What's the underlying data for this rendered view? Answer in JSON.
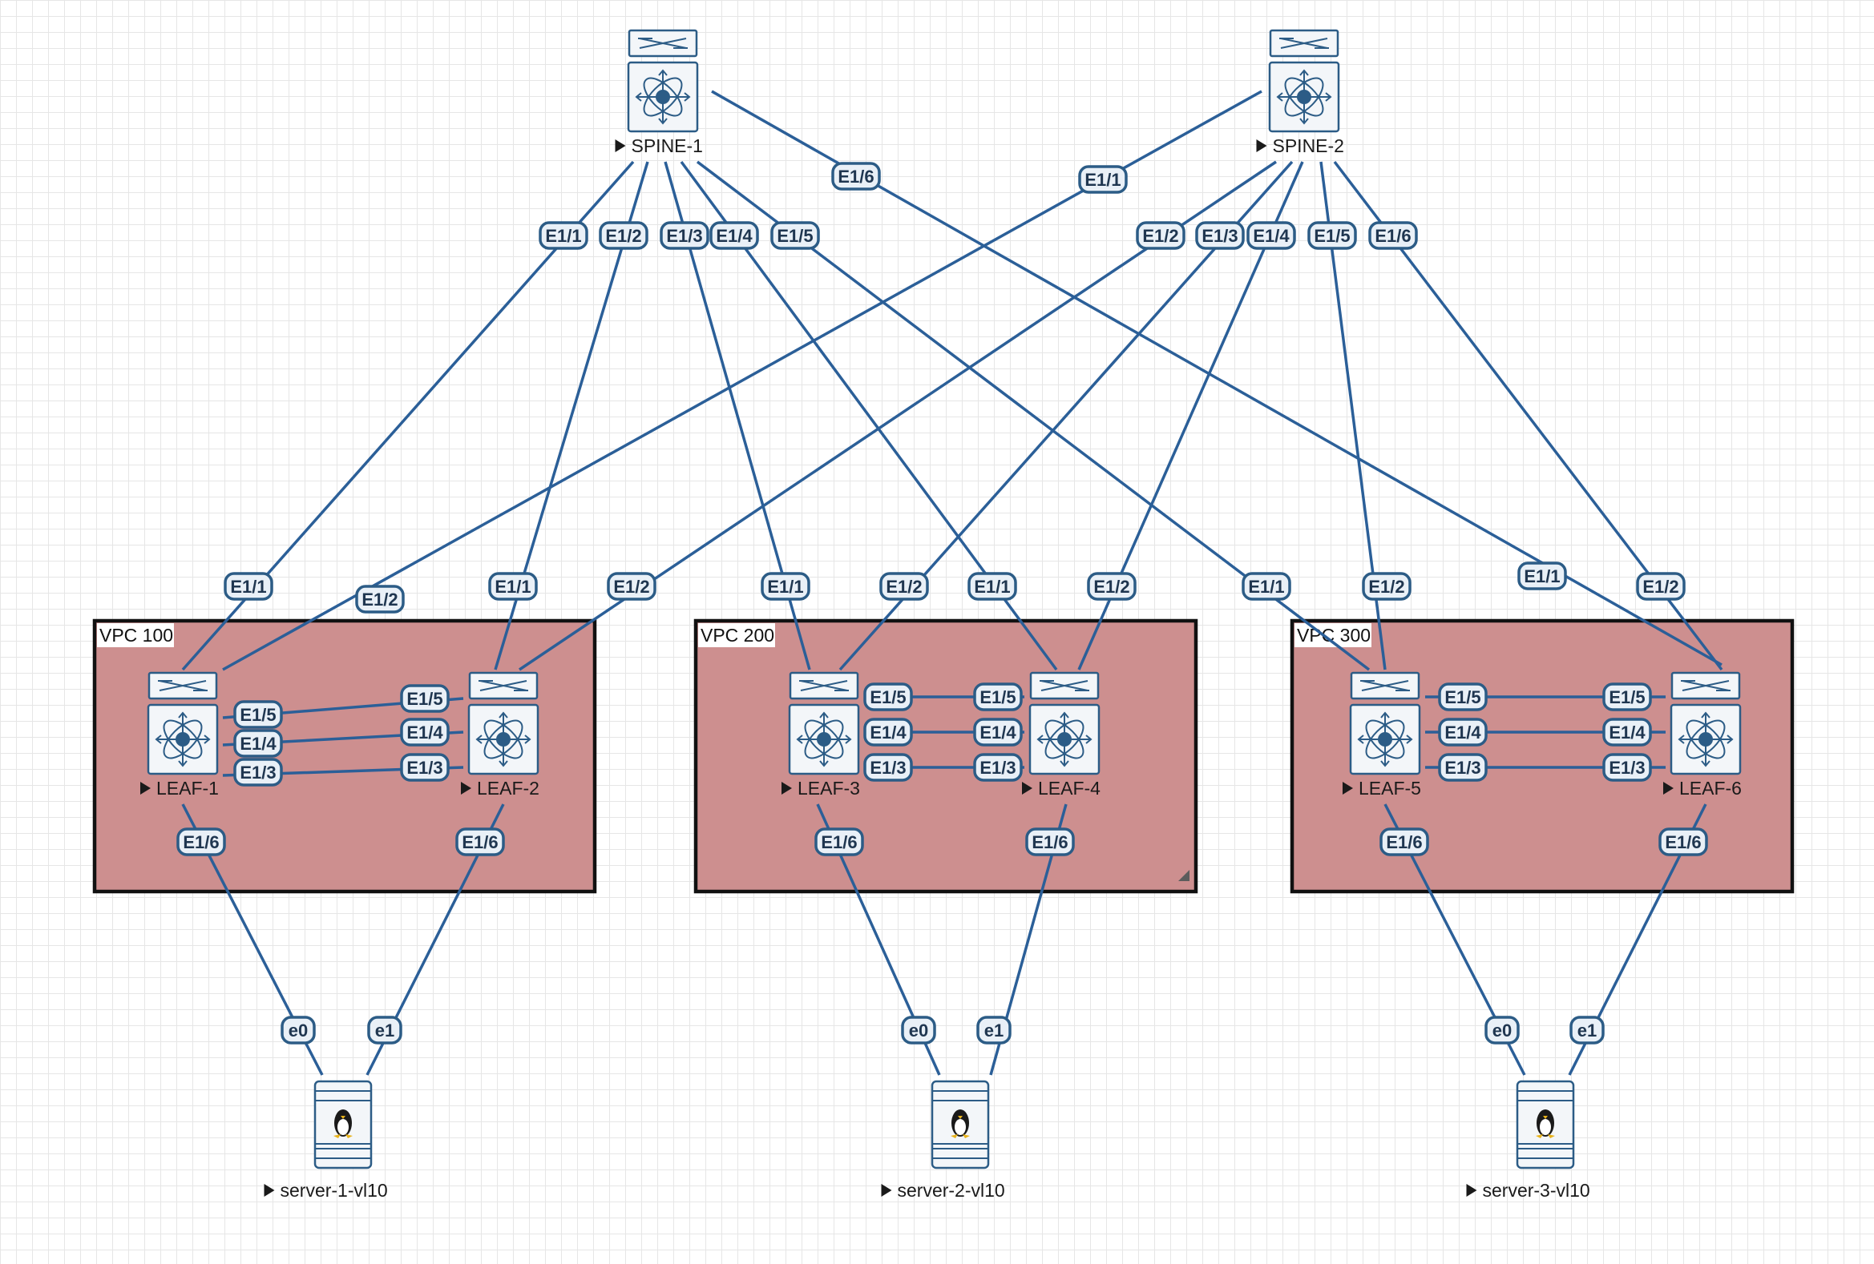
{
  "colors": {
    "link": "#2b5f98",
    "vpc_fill": "#cd8f8f",
    "vpc_border": "#111111",
    "port_fill": "#e9f0f7",
    "port_border": "#2c5c86",
    "device": "#2c5c86",
    "grid": "#e6e6e6"
  },
  "icons": {
    "switch": "nexus-switch-icon",
    "server": "linux-server-icon",
    "node_marker": "play-triangle-icon"
  },
  "vpcs": [
    {
      "id": "vpc100",
      "label": "VPC 100"
    },
    {
      "id": "vpc200",
      "label": "VPC 200"
    },
    {
      "id": "vpc300",
      "label": "VPC 300"
    }
  ],
  "nodes": [
    {
      "id": "spine1",
      "label": "SPINE-1",
      "type": "switch"
    },
    {
      "id": "spine2",
      "label": "SPINE-2",
      "type": "switch"
    },
    {
      "id": "leaf1",
      "label": "LEAF-1",
      "type": "switch"
    },
    {
      "id": "leaf2",
      "label": "LEAF-2",
      "type": "switch"
    },
    {
      "id": "leaf3",
      "label": "LEAF-3",
      "type": "switch"
    },
    {
      "id": "leaf4",
      "label": "LEAF-4",
      "type": "switch"
    },
    {
      "id": "leaf5",
      "label": "LEAF-5",
      "type": "switch"
    },
    {
      "id": "leaf6",
      "label": "LEAF-6",
      "type": "switch"
    },
    {
      "id": "server1",
      "label": "server-1-vl10",
      "type": "server"
    },
    {
      "id": "server2",
      "label": "server-2-vl10",
      "type": "server"
    },
    {
      "id": "server3",
      "label": "server-3-vl10",
      "type": "server"
    }
  ],
  "links": [
    {
      "a": "spine1",
      "a_port": "E1/1",
      "b": "leaf1",
      "b_port": "E1/1"
    },
    {
      "a": "spine1",
      "a_port": "E1/2",
      "b": "leaf2",
      "b_port": "E1/1"
    },
    {
      "a": "spine1",
      "a_port": "E1/3",
      "b": "leaf3",
      "b_port": "E1/1"
    },
    {
      "a": "spine1",
      "a_port": "E1/4",
      "b": "leaf4",
      "b_port": "E1/1"
    },
    {
      "a": "spine1",
      "a_port": "E1/5",
      "b": "leaf5",
      "b_port": "E1/1"
    },
    {
      "a": "spine1",
      "a_port": "E1/6",
      "b": "leaf6",
      "b_port": "E1/1"
    },
    {
      "a": "spine2",
      "a_port": "E1/1",
      "b": "leaf1",
      "b_port": "E1/2"
    },
    {
      "a": "spine2",
      "a_port": "E1/2",
      "b": "leaf2",
      "b_port": "E1/2"
    },
    {
      "a": "spine2",
      "a_port": "E1/3",
      "b": "leaf3",
      "b_port": "E1/2"
    },
    {
      "a": "spine2",
      "a_port": "E1/4",
      "b": "leaf4",
      "b_port": "E1/2"
    },
    {
      "a": "spine2",
      "a_port": "E1/5",
      "b": "leaf5",
      "b_port": "E1/2"
    },
    {
      "a": "spine2",
      "a_port": "E1/6",
      "b": "leaf6",
      "b_port": "E1/2"
    },
    {
      "a": "leaf1",
      "a_port": "E1/5",
      "b": "leaf2",
      "b_port": "E1/5"
    },
    {
      "a": "leaf1",
      "a_port": "E1/4",
      "b": "leaf2",
      "b_port": "E1/4"
    },
    {
      "a": "leaf1",
      "a_port": "E1/3",
      "b": "leaf2",
      "b_port": "E1/3"
    },
    {
      "a": "leaf3",
      "a_port": "E1/5",
      "b": "leaf4",
      "b_port": "E1/5"
    },
    {
      "a": "leaf3",
      "a_port": "E1/4",
      "b": "leaf4",
      "b_port": "E1/4"
    },
    {
      "a": "leaf3",
      "a_port": "E1/3",
      "b": "leaf4",
      "b_port": "E1/3"
    },
    {
      "a": "leaf5",
      "a_port": "E1/5",
      "b": "leaf6",
      "b_port": "E1/5"
    },
    {
      "a": "leaf5",
      "a_port": "E1/4",
      "b": "leaf6",
      "b_port": "E1/4"
    },
    {
      "a": "leaf5",
      "a_port": "E1/3",
      "b": "leaf6",
      "b_port": "E1/3"
    },
    {
      "a": "leaf1",
      "a_port": "E1/6",
      "b": "server1",
      "b_port": "e0"
    },
    {
      "a": "leaf2",
      "a_port": "E1/6",
      "b": "server1",
      "b_port": "e1"
    },
    {
      "a": "leaf3",
      "a_port": "E1/6",
      "b": "server2",
      "b_port": "e0"
    },
    {
      "a": "leaf4",
      "a_port": "E1/6",
      "b": "server2",
      "b_port": "e1"
    },
    {
      "a": "leaf5",
      "a_port": "E1/6",
      "b": "server3",
      "b_port": "e0"
    },
    {
      "a": "leaf6",
      "a_port": "E1/6",
      "b": "server3",
      "b_port": "e1"
    }
  ]
}
